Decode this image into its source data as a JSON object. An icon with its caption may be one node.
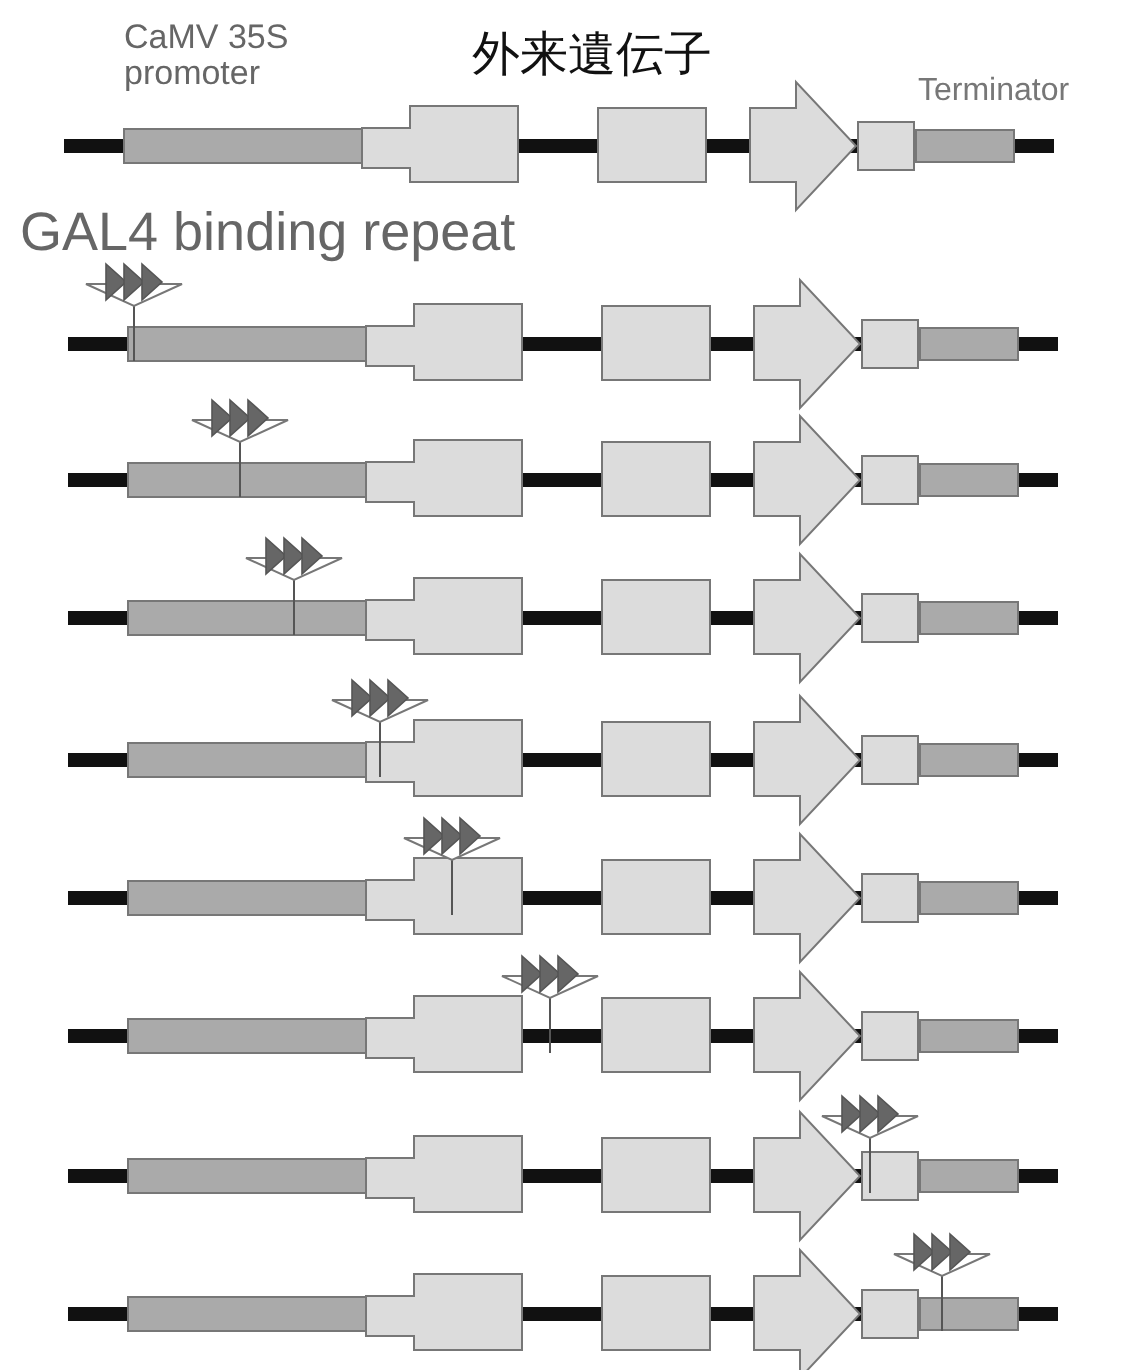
{
  "diagram": {
    "labels": [
      "CaMV 35S promoter",
      "外来遺伝子",
      "Terminator",
      "GAL4 binding repeat"
    ]
  }
}
